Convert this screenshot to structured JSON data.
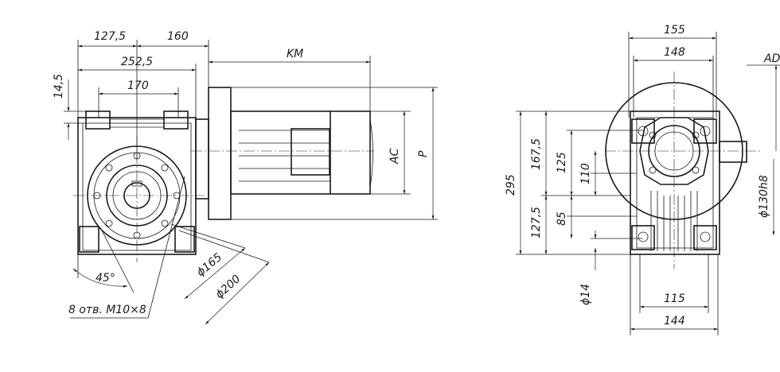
{
  "left_view": {
    "dim_127_5": "127,5",
    "dim_160": "160",
    "dim_km": "KM",
    "dim_252_5": "252,5",
    "dim_14_5": "14,5",
    "dim_170": "170",
    "dim_ac": "AC",
    "dim_p": "P",
    "dim_d165": "ϕ165",
    "dim_d200": "ϕ200",
    "dim_angle": "45°",
    "holes_note": "8 отв. M10×8"
  },
  "right_view": {
    "dim_155": "155",
    "dim_148": "148",
    "dim_ad": "AD",
    "dim_295": "295",
    "dim_167_5": "167,5",
    "dim_125": "125",
    "dim_110": "110",
    "dim_d130h8": "ϕ130h8",
    "dim_127_5": "127,5",
    "dim_85": "85",
    "dim_d14": "ϕ14",
    "dim_115": "115",
    "dim_144": "144"
  }
}
